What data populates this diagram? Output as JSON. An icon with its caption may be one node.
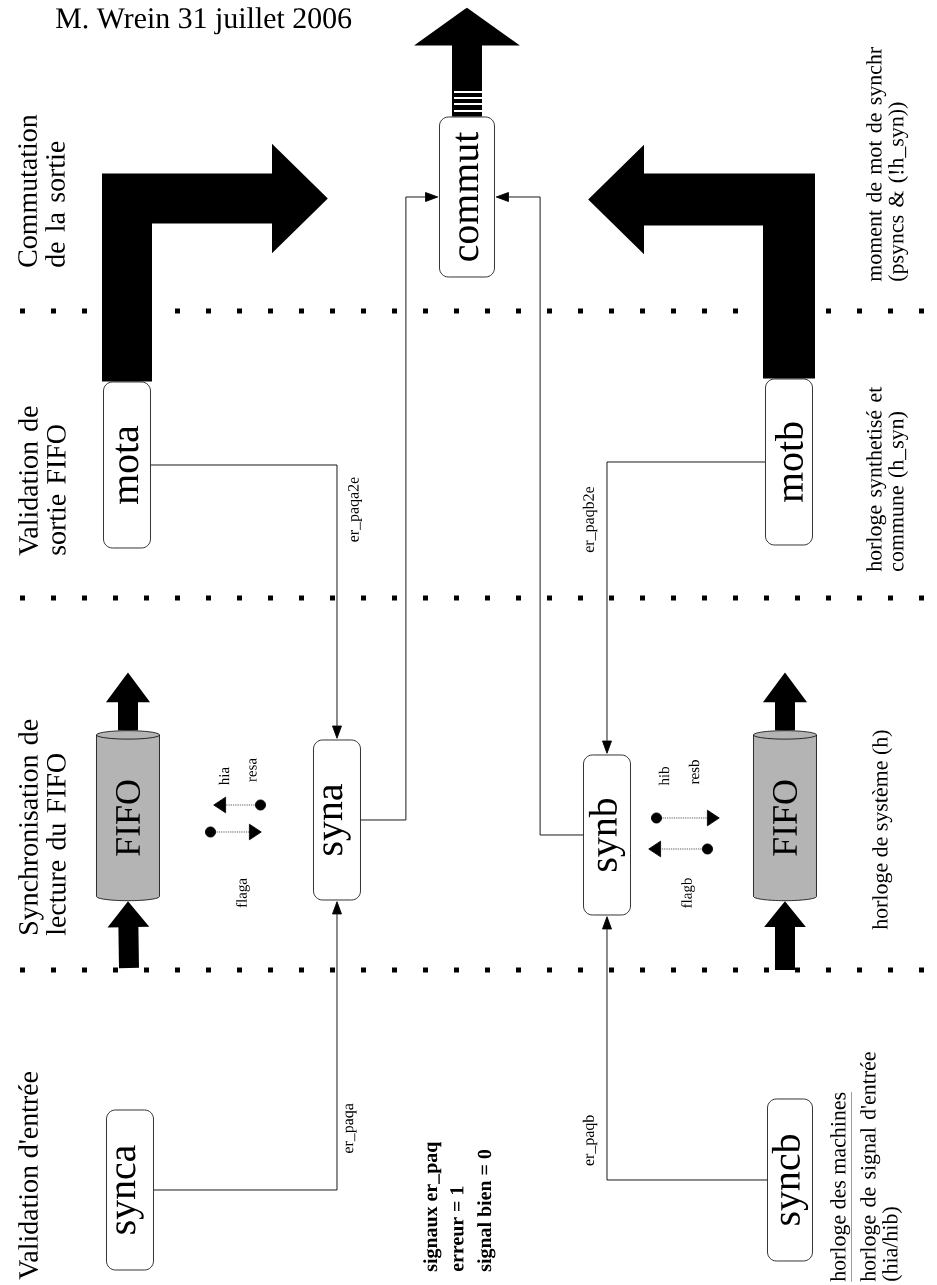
{
  "diagram": {
    "nodes": [
      {
        "text": [
          "commut"
        ]
      },
      {
        "text": [
          "mota"
        ]
      },
      {
        "text": [
          "motb"
        ]
      },
      {
        "text": [
          "FIFO"
        ]
      },
      {
        "text": [
          "syna"
        ]
      },
      {
        "text": [
          "synb"
        ]
      },
      {
        "text": [
          "FIFO"
        ]
      },
      {
        "text": [
          "synca"
        ]
      },
      {
        "text": [
          "syncb"
        ]
      }
    ],
    "edges": [
      {
        "from": 7,
        "to": 4,
        "arrow": "to",
        "label": "er_paqa"
      },
      {
        "from": 8,
        "to": 5,
        "arrow": "to",
        "label": "er_paqb"
      },
      {
        "from": 1,
        "to": 4,
        "arrow": "to",
        "label": "er_paqa2e"
      },
      {
        "from": 2,
        "to": 5,
        "arrow": "to",
        "label": "er_paqb2e"
      },
      {
        "from": 4,
        "to": 0,
        "arrow": "to"
      },
      {
        "from": 5,
        "to": 0,
        "arrow": "to"
      },
      {
        "from": 1,
        "to": null,
        "arrow": "to",
        "style": "thick"
      },
      {
        "from": 2,
        "to": null,
        "arrow": "to",
        "style": "thick"
      },
      {
        "from": 0,
        "to": null,
        "arrow": "to"
      },
      {
        "from": null,
        "to": 3,
        "arrow": "to"
      },
      {
        "from": 3,
        "to": null,
        "arrow": "to"
      },
      {
        "from": null,
        "to": 6,
        "arrow": "to"
      },
      {
        "from": 6,
        "to": null,
        "arrow": "to"
      }
    ],
    "labels": [
      "M. Wrein 31 juillet 2006",
      "Commutation de la sortie",
      "Validation de sortie FIFO",
      "Synchronisation de lecture du FIFO",
      "Validation d'entrée",
      "hia",
      "resa",
      "flaga",
      "hib",
      "resb",
      "flagb",
      "signaux er_paq",
      "erreur = 1",
      "signal bien = 0",
      "moment de mot de synchr (psyncs & (!h_syn))",
      "horloge synthetisé et commune (h_syn)",
      "horloge de système (h)",
      "horloge des machines",
      "horloge de signal d'entrée (hia/hib)"
    ]
  }
}
